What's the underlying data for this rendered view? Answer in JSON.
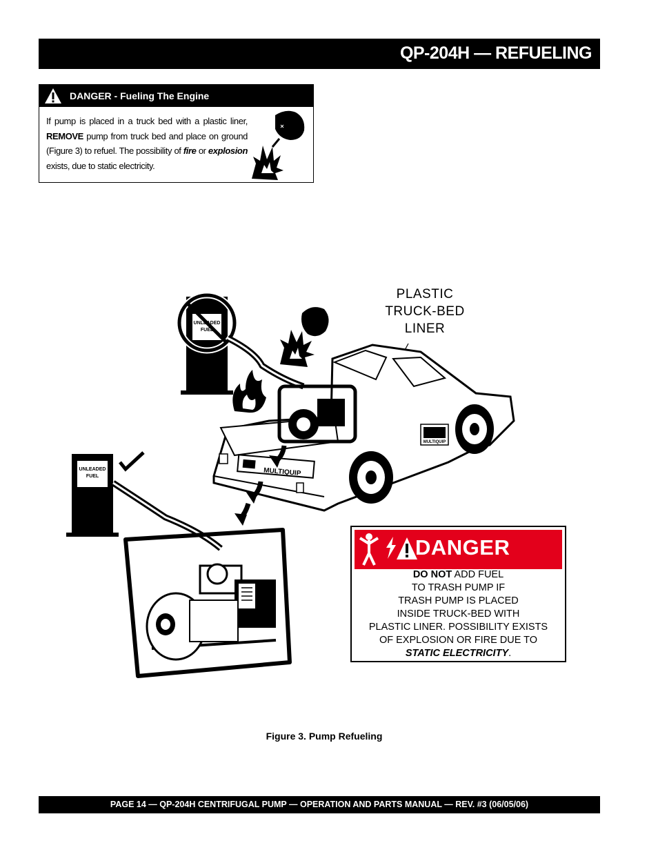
{
  "header": {
    "title": "QP-204H — REFUELING"
  },
  "danger_box": {
    "heading": "DANGER - Fueling The Engine",
    "line1": "If pump is placed in a truck bed with a plastic liner,",
    "remove": "REMOVE",
    "line2": " pump from truck bed and place on ground (Figure 3) to refuel. The possibility of ",
    "fire": "fire",
    "or": "or ",
    "explosion": "explosion",
    "line3": " exists, due to static electricity."
  },
  "figure": {
    "liner_label": [
      "PLASTIC",
      "TRUCK-BED",
      "LINER"
    ],
    "fuel_pump_top_label": [
      "UNLEADED",
      "FUEL"
    ],
    "fuel_pump_left_label": [
      "UNLEADED",
      "FUEL"
    ],
    "truck_brand": "MULTIQUIP",
    "truck_door_brand": "MULTIQUIP",
    "sign": {
      "danger_word": "DANGER",
      "do_not": "DO NOT",
      "line1_rest": " ADD FUEL",
      "line2": "TO TRASH PUMP IF",
      "line3": "TRASH PUMP IS PLACED",
      "line4": "INSIDE TRUCK-BED WITH",
      "line5": "PLASTIC LINER. POSSIBILITY EXISTS",
      "line6": "OF EXPLOSION OR FIRE DUE TO",
      "static": "STATIC ELECTRICITY",
      "period": "."
    },
    "caption": "Figure 3.  Pump Refueling"
  },
  "footer": {
    "text": "PAGE 14 — QP-204H CENTRIFUGAL PUMP — OPERATION AND PARTS MANUAL — REV. #3  (06/05/06)"
  },
  "colors": {
    "sign_red": "#e3001b",
    "bar": "#000000"
  }
}
